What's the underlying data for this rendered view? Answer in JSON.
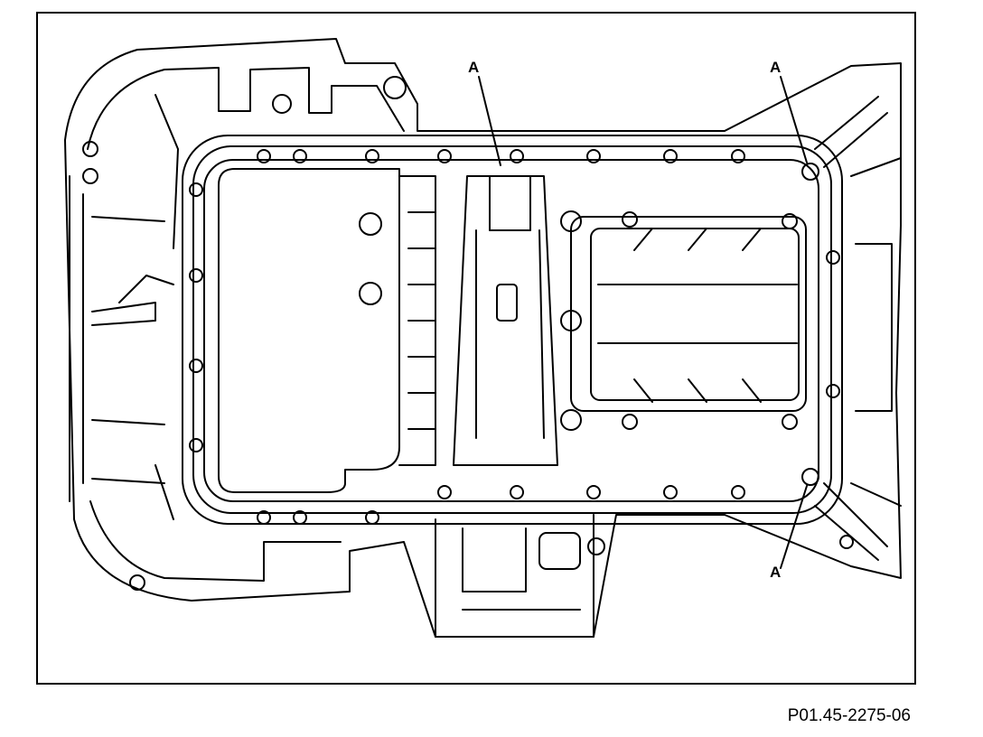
{
  "figure": {
    "reference_code": "P01.45-2275-06",
    "callouts": [
      {
        "label": "A"
      },
      {
        "label": "A"
      },
      {
        "label": "A"
      }
    ],
    "line_color": "#000000",
    "background": "#ffffff"
  }
}
